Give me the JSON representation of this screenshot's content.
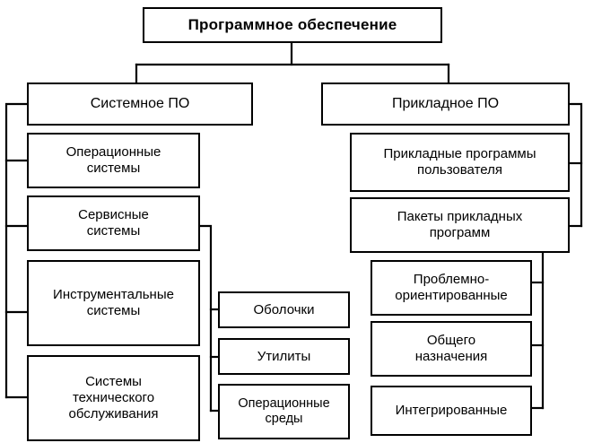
{
  "diagram": {
    "title": "Программное обеспечение",
    "root": {
      "id": "software",
      "label": "Программное обеспечение"
    },
    "branches": [
      {
        "id": "system-software",
        "label": "Системное ПО"
      },
      {
        "id": "application-software",
        "label": "Прикладное ПО"
      }
    ],
    "system_children": [
      {
        "id": "operating-systems",
        "label": "Операционные\nсистемы"
      },
      {
        "id": "service-systems",
        "label": "Сервисные\nсистемы"
      },
      {
        "id": "instrumental-systems",
        "label": "Инструментальные\nсистемы"
      },
      {
        "id": "maintenance-systems",
        "label": "Системы\nтехнического\nобслуживания"
      }
    ],
    "service_children": [
      {
        "id": "shells",
        "label": "Оболочки"
      },
      {
        "id": "utilities",
        "label": "Утилиты"
      },
      {
        "id": "operating-environments",
        "label": "Операционные\nсреды"
      }
    ],
    "application_children": [
      {
        "id": "user-application-programs",
        "label": "Прикладные программы\nпользователя"
      },
      {
        "id": "application-program-packages",
        "label": "Пакеты прикладных\nпрограмм"
      }
    ],
    "package_children": [
      {
        "id": "problem-oriented",
        "label": "Проблемно-\nориентированные"
      },
      {
        "id": "general-purpose",
        "label": "Общего\nназначения"
      },
      {
        "id": "integrated",
        "label": "Интегрированные"
      }
    ],
    "colors": {
      "line": "#000000",
      "box_fill": "#ffffff",
      "text": "#000000"
    }
  }
}
